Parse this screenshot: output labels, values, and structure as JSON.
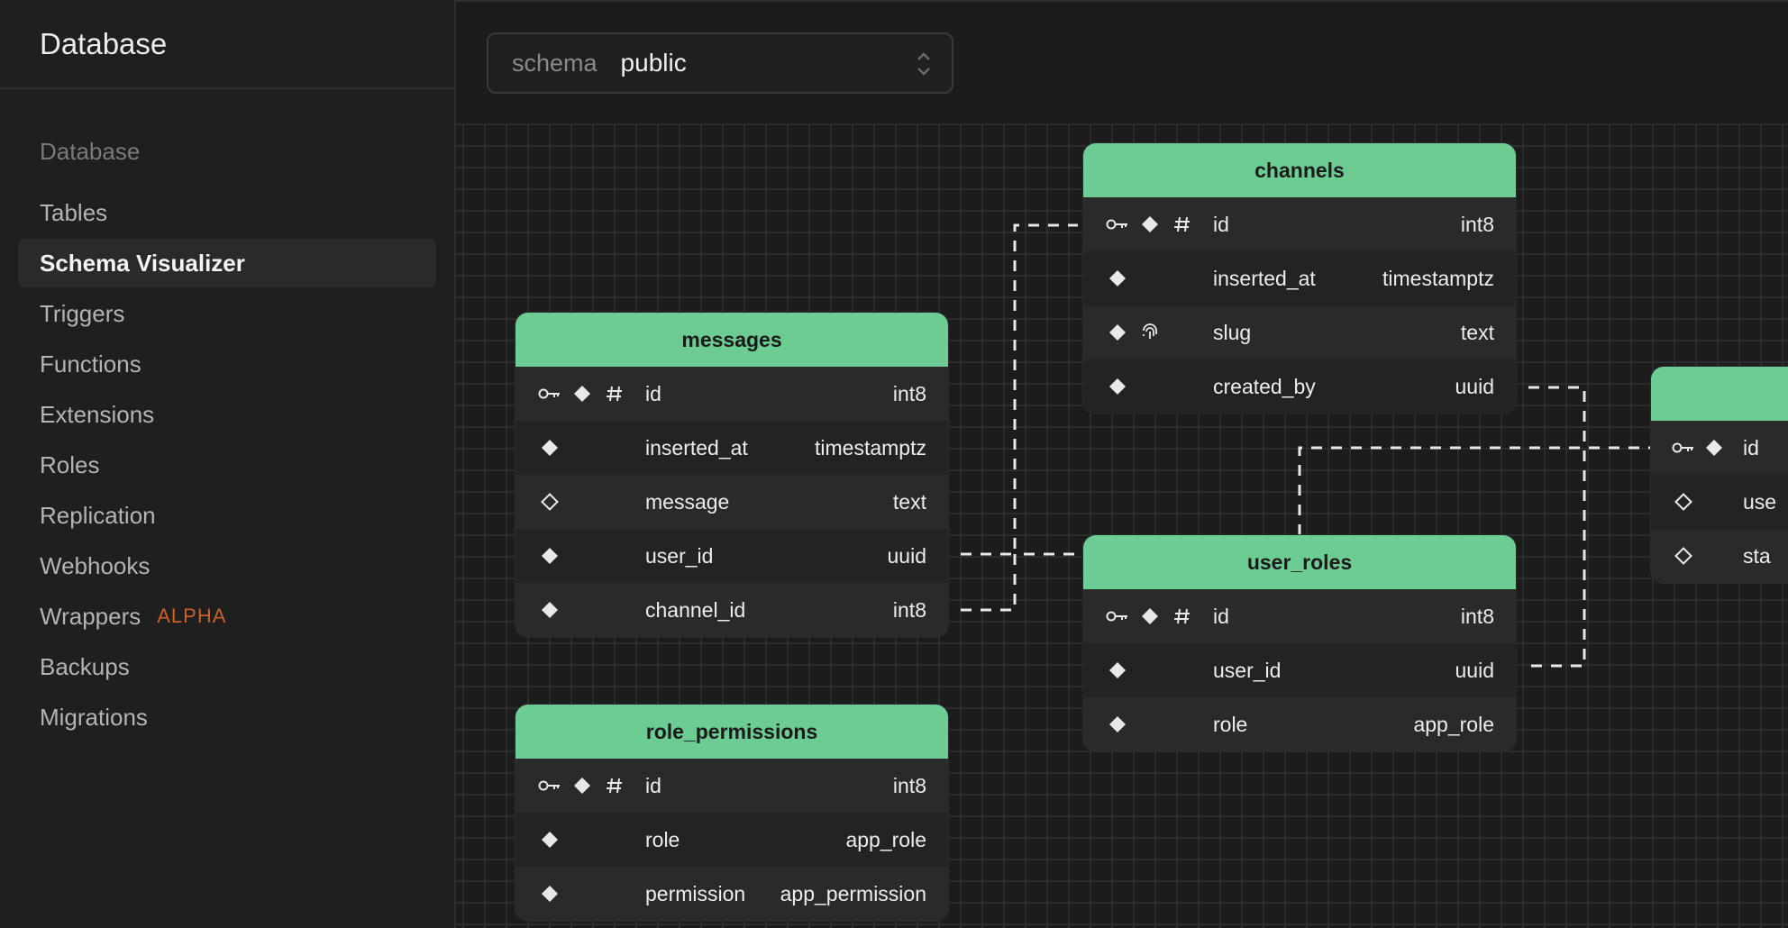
{
  "sidebar": {
    "title": "Database",
    "section_label": "Database",
    "items": [
      {
        "label": "Tables"
      },
      {
        "label": "Schema Visualizer",
        "active": true
      },
      {
        "label": "Triggers"
      },
      {
        "label": "Functions"
      },
      {
        "label": "Extensions"
      },
      {
        "label": "Roles"
      },
      {
        "label": "Replication"
      },
      {
        "label": "Webhooks"
      },
      {
        "label": "Wrappers",
        "badge": "ALPHA"
      },
      {
        "label": "Backups"
      },
      {
        "label": "Migrations"
      }
    ]
  },
  "schema_select": {
    "label": "schema",
    "value": "public"
  },
  "colors": {
    "header": "#6ccc93",
    "badge": "#c8612b"
  },
  "tables": {
    "channels": {
      "name": "channels",
      "columns": [
        {
          "name": "id",
          "type": "int8",
          "icons": [
            "key-icon",
            "diamond-filled-icon",
            "hash-icon"
          ]
        },
        {
          "name": "inserted_at",
          "type": "timestamptz",
          "icons": [
            "diamond-filled-icon"
          ]
        },
        {
          "name": "slug",
          "type": "text",
          "icons": [
            "diamond-filled-icon",
            "fingerprint-icon"
          ]
        },
        {
          "name": "created_by",
          "type": "uuid",
          "icons": [
            "diamond-filled-icon"
          ]
        }
      ]
    },
    "messages": {
      "name": "messages",
      "columns": [
        {
          "name": "id",
          "type": "int8",
          "icons": [
            "key-icon",
            "diamond-filled-icon",
            "hash-icon"
          ]
        },
        {
          "name": "inserted_at",
          "type": "timestamptz",
          "icons": [
            "diamond-filled-icon"
          ]
        },
        {
          "name": "message",
          "type": "text",
          "icons": [
            "diamond-outline-icon"
          ]
        },
        {
          "name": "user_id",
          "type": "uuid",
          "icons": [
            "diamond-filled-icon"
          ]
        },
        {
          "name": "channel_id",
          "type": "int8",
          "icons": [
            "diamond-filled-icon"
          ]
        }
      ]
    },
    "user_roles": {
      "name": "user_roles",
      "columns": [
        {
          "name": "id",
          "type": "int8",
          "icons": [
            "key-icon",
            "diamond-filled-icon",
            "hash-icon"
          ]
        },
        {
          "name": "user_id",
          "type": "uuid",
          "icons": [
            "diamond-filled-icon"
          ]
        },
        {
          "name": "role",
          "type": "app_role",
          "icons": [
            "diamond-filled-icon"
          ]
        }
      ]
    },
    "role_permissions": {
      "name": "role_permissions",
      "columns": [
        {
          "name": "id",
          "type": "int8",
          "icons": [
            "key-icon",
            "diamond-filled-icon",
            "hash-icon"
          ]
        },
        {
          "name": "role",
          "type": "app_role",
          "icons": [
            "diamond-filled-icon"
          ]
        },
        {
          "name": "permission",
          "type": "app_permission",
          "icons": [
            "diamond-filled-icon"
          ]
        }
      ]
    },
    "partial": {
      "columns": [
        {
          "name": "id",
          "icons": [
            "key-icon",
            "diamond-filled-icon"
          ]
        },
        {
          "name": "use",
          "icons": [
            "diamond-outline-icon"
          ]
        },
        {
          "name": "sta",
          "icons": [
            "diamond-outline-icon"
          ]
        }
      ]
    }
  }
}
